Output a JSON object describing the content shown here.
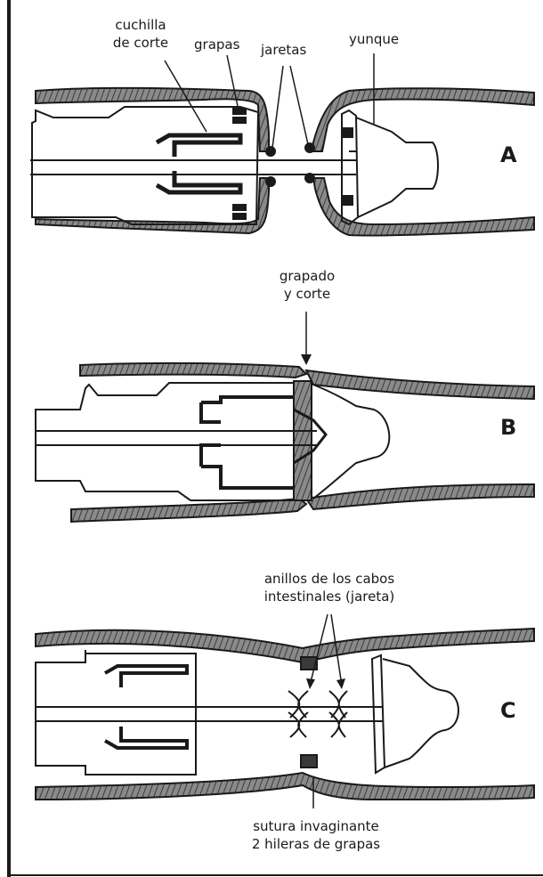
{
  "labels": {
    "cuchilla_l1": "cuchilla",
    "cuchilla_l2": "de corte",
    "grapas": "grapas",
    "jaretas": "jaretas",
    "yunque": "yunque",
    "grapado_l1": "grapado",
    "grapado_l2": "y corte",
    "anillos_l1": "anillos de los cabos",
    "anillos_l2": "intestinales (jareta)",
    "sutura_l1": "sutura invaginante",
    "sutura_l2": "2 hileras de grapas"
  },
  "panels": {
    "a": "A",
    "b": "B",
    "c": "C"
  },
  "colors": {
    "ink": "#1a1a1a",
    "tissue_fill": "#6e6e6e",
    "tissue_dark": "#3a3a3a",
    "paper": "#ffffff"
  }
}
